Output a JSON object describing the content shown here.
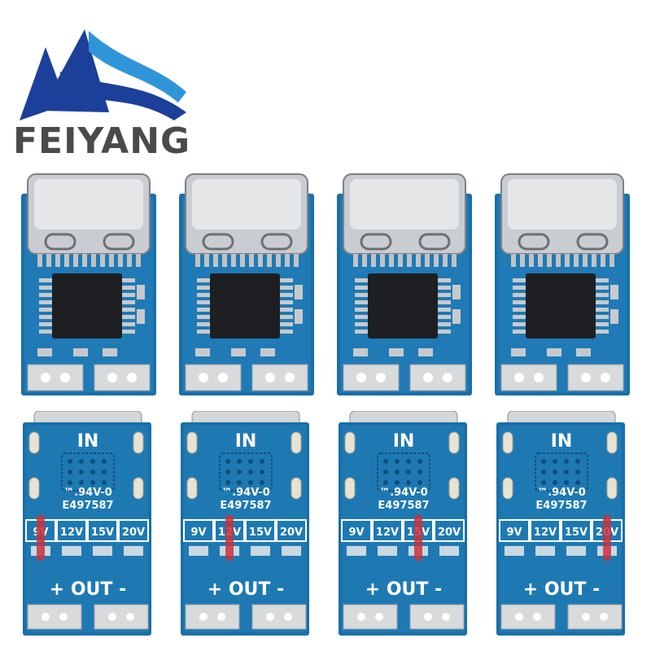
{
  "brand": {
    "name": "FEIYANG",
    "colors": {
      "logo_blue": "#1c3f9a",
      "logo_sky": "#2f95d8",
      "text_gray": "#4a4a4a"
    }
  },
  "product": {
    "pcb_color": "#1a6fa8",
    "pcb_mid": "#2386c2",
    "top_boards_count": 4,
    "bottom_boards": [
      {
        "in_label": "IN",
        "cert_line1": "™.94V-0",
        "cert_line2": "E497587",
        "voltages": [
          "9V",
          "12V",
          "15V",
          "20V"
        ],
        "out_label": "+ OUT -",
        "marked_voltage_index": 0
      },
      {
        "in_label": "IN",
        "cert_line1": "™.94V-0",
        "cert_line2": "E497587",
        "voltages": [
          "9V",
          "12V",
          "15V",
          "20V"
        ],
        "out_label": "+ OUT -",
        "marked_voltage_index": 1
      },
      {
        "in_label": "IN",
        "cert_line1": "™.94V-0",
        "cert_line2": "E497587",
        "voltages": [
          "9V",
          "12V",
          "15V",
          "20V"
        ],
        "out_label": "+ OUT -",
        "marked_voltage_index": 2
      },
      {
        "in_label": "IN",
        "cert_line1": "™.94V-0",
        "cert_line2": "E497587",
        "voltages": [
          "9V",
          "12V",
          "15V",
          "20V"
        ],
        "out_label": "+ OUT -",
        "marked_voltage_index": 3
      }
    ]
  }
}
